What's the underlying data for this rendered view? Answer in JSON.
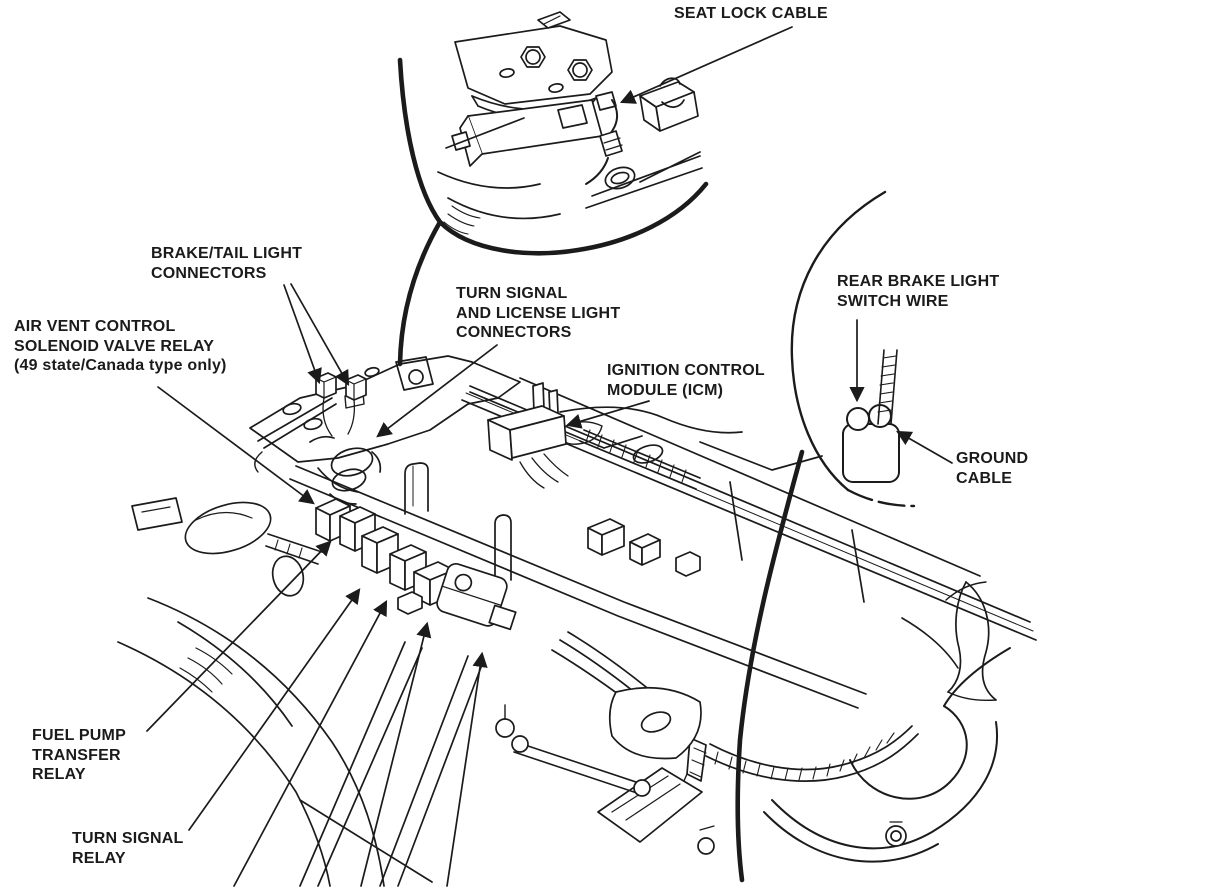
{
  "page": {
    "background": "#ffffff",
    "ink": "#1b1b1b",
    "description": "Motorcycle service-manual component location diagram of rear sub-frame wiring"
  },
  "labels": {
    "seat_lock_cable": [
      "SEAT LOCK CABLE"
    ],
    "brake_tail_light_connectors": [
      "BRAKE/TAIL LIGHT",
      "CONNECTORS"
    ],
    "air_vent_relay": [
      "AIR VENT CONTROL",
      "SOLENOID VALVE RELAY",
      "(49 state/Canada type only)"
    ],
    "turn_signal_license_connectors": [
      "TURN SIGNAL",
      "AND LICENSE LIGHT",
      "CONNECTORS"
    ],
    "ignition_control_module": [
      "IGNITION CONTROL",
      "MODULE (ICM)"
    ],
    "rear_brake_light_switch_wire": [
      "REAR BRAKE LIGHT",
      "SWITCH WIRE"
    ],
    "ground_cable": [
      "GROUND",
      "CABLE"
    ],
    "fuel_pump_transfer_relay": [
      "FUEL PUMP",
      "TRANSFER",
      "RELAY"
    ],
    "turn_signal_relay": [
      "TURN SIGNAL",
      "RELAY"
    ]
  }
}
